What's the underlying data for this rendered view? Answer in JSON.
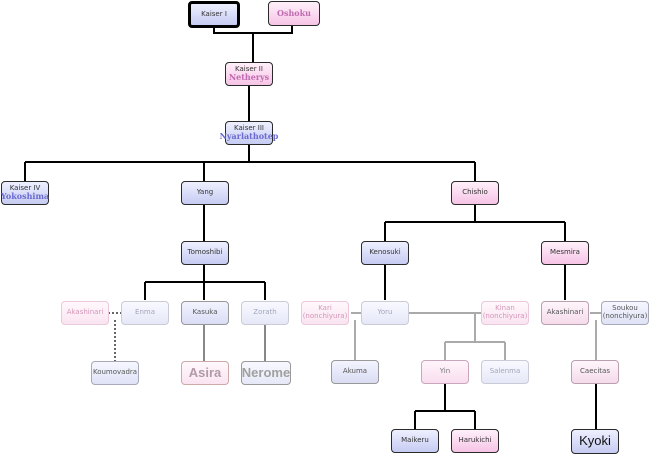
{
  "nodes": {
    "kaiser_1": "Kaiser I",
    "oshoku": "Oshoku",
    "kaiser_2": "Kaiser II",
    "netherys": "Netherys",
    "kaiser_3": "Kaiser III",
    "nyarlathotep": "Nyarlathotep",
    "kaiser_4": "Kaiser IV",
    "yokoshima": "Yokoshima",
    "yang": "Yang",
    "chishio": "Chishio",
    "tomoshibi": "Tomoshibi",
    "kenosuki": "Kenosuki",
    "mesmira": "Mesmira",
    "akashinari_left": "Akashinari",
    "enma": "Enma",
    "kasuka": "Kasuka",
    "zorath": "Zorath",
    "kari": "Kari",
    "kari_note": "(nonchiyura)",
    "yoru": "Yoru",
    "kinan": "Kinan",
    "kinan_note": "(nonchiyura)",
    "akashinari_right": "Akashinari",
    "soukou": "Soukou",
    "soukou_note": "(nonchiyura)",
    "koumovadra": "Koumovadra",
    "asira": "Asira",
    "nerome": "Nerome",
    "akuma": "Akuma",
    "yin": "Yin",
    "salenma": "Salenma",
    "caecitas": "Caecitas",
    "maikeru": "Maikeru",
    "harukichi": "Harukichi",
    "kyoki": "Kyoki"
  },
  "colors": {
    "male": "#c6cbf2",
    "female": "#f6c4e6",
    "faded_male": "#e6e8f8",
    "faded_female": "#fae4f1",
    "line": "#000000"
  }
}
